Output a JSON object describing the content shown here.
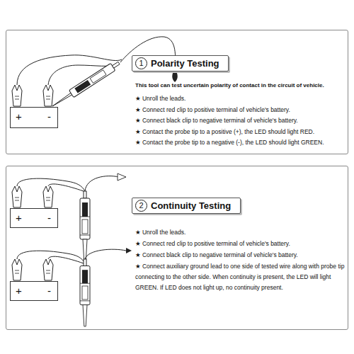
{
  "diagram": {
    "nodes": [
      {
        "text": [
          "This tool can test uncertain polarity of contact in the circuit of vehicle.",
          "★ Unroll the leads.",
          "★ Connect red clip to positive terminal of vehicle's battery.",
          "★ Connect black clip to negative terminal of vehicle's battery.",
          "★ Contact the probe tip to a positive (+), the LED should light RED.",
          "★ Contact the probe tip to a negative (-), the LED should light GREEN."
        ]
      },
      {
        "text": [
          "1",
          "Polarity Testing"
        ],
        "in": 0
      },
      {
        "text": [
          "+",
          "-"
        ],
        "in": 0
      },
      {
        "text": [
          "★ Unroll the leads.",
          "★ Connect red clip to positive terminal of vehicle's battery.",
          "★ Connect black clip to negative terminal of vehicle's battery.",
          "★ Connect auxiliary ground lead to one side of tested wire along with probe tip connecting to the other side. When continuity is present, the LED will light GREEN. If LED does not light up, no continuity present."
        ]
      },
      {
        "text": [
          "2",
          "Continuity Testing"
        ],
        "in": 3
      },
      {
        "text": [
          "+",
          "-"
        ],
        "in": 3
      },
      {
        "text": [
          "+",
          "-"
        ],
        "in": 3
      }
    ]
  }
}
